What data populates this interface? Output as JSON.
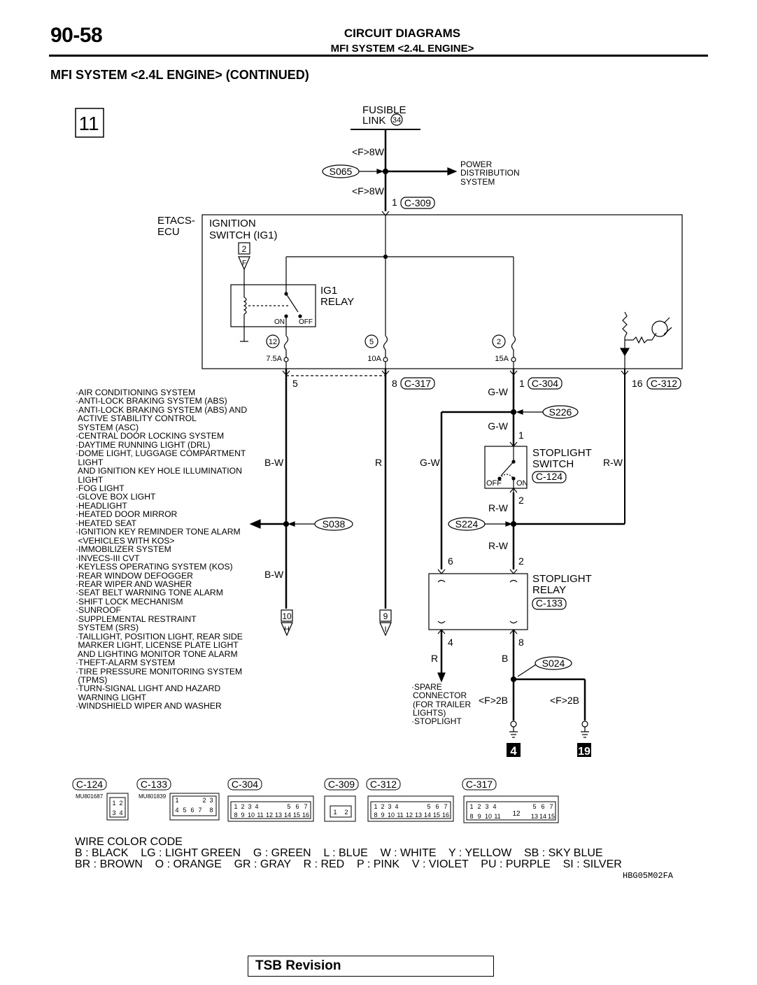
{
  "header": {
    "page_number": "90-58",
    "title": "CIRCUIT DIAGRAMS",
    "subtitle": "MFI SYSTEM <2.4L ENGINE>"
  },
  "section_title": "MFI SYSTEM <2.4L ENGINE> (CONTINUED)",
  "diagram": {
    "sheet_number": "11",
    "fusible_link": {
      "line1": "FUSIBLE",
      "line2": "LINK",
      "number": "34"
    },
    "wire_f8w": "<F>8W",
    "splices": {
      "s065": "S065",
      "s226": "S226",
      "s038": "S038",
      "s224": "S224",
      "s024": "S024"
    },
    "power_distribution": [
      "POWER",
      "DISTRIBUTION",
      "SYSTEM"
    ],
    "connector_c309_pin": "1",
    "ecu": {
      "line1": "ETACS-",
      "line2": "ECU"
    },
    "ignition_switch": {
      "line1": "IGNITION",
      "line2": "SWITCH (IG1)"
    },
    "ig1_relay": {
      "line1": "IG1",
      "line2": "RELAY",
      "on": "ON",
      "off": "OFF"
    },
    "ref_2": "2",
    "ref_f": "F",
    "fuses": [
      {
        "number": "12",
        "rating": "7.5A"
      },
      {
        "number": "5",
        "rating": "10A"
      },
      {
        "number": "2",
        "rating": "15A"
      }
    ],
    "pins": {
      "c317_5": "5",
      "c317_8": "8",
      "c304_1": "1",
      "c312_16": "16",
      "sw_1": "1",
      "sw_2": "2",
      "relay_6": "6",
      "relay_2": "2",
      "relay_4": "4",
      "relay_8": "8"
    },
    "wire_colors": {
      "gw": "G-W",
      "bw": "B-W",
      "r": "R",
      "rw": "R-W",
      "b": "B",
      "f2b": "<F>2B"
    },
    "stoplight_switch": {
      "line1": "STOPLIGHT",
      "line2": "SWITCH",
      "connector": "C-124",
      "off": "OFF",
      "on": "ON"
    },
    "stoplight_relay": {
      "line1": "STOPLIGHT",
      "line2": "RELAY",
      "connector": "C-133"
    },
    "connectors": {
      "c309": "C-309",
      "c317": "C-317",
      "c304": "C-304",
      "c312": "C-312",
      "c124": "C-124",
      "c133": "C-133"
    },
    "ref_10": "10",
    "ref_h": "H",
    "ref_9": "9",
    "ref_i": "I",
    "ground_4": "4",
    "ground_19": "19",
    "spare_connector": [
      "·SPARE",
      "CONNECTOR",
      "(FOR TRAILER",
      "LIGHTS)",
      "·STOPLIGHT"
    ],
    "systems_list": "·AIR CONDITIONING SYSTEM\n·ANTI-LOCK BRAKING SYSTEM (ABS)\n·ANTI-LOCK BRAKING SYSTEM (ABS) AND\n ACTIVE STABILITY CONTROL\n SYSTEM (ASC)\n·CENTRAL DOOR LOCKING SYSTEM\n·DAYTIME RUNNING LIGHT (DRL)\n·DOME LIGHT, LUGGAGE COMPARTMENT\n LIGHT\n AND IGNITION KEY HOLE ILLUMINATION\n LIGHT\n·FOG LIGHT\n·GLOVE BOX LIGHT\n·HEADLIGHT\n·HEATED DOOR MIRROR\n·HEATED SEAT\n·IGNITION KEY REMINDER TONE ALARM\n <VEHICLES WITH KOS>\n·IMMOBILIZER SYSTEM\n·INVECS-III CVT\n·KEYLESS OPERATING SYSTEM (KOS)\n·REAR WINDOW DEFOGGER\n·REAR WIPER AND WASHER\n·SEAT BELT WARNING TONE ALARM\n·SHIFT LOCK MECHANISM\n·SUNROOF\n·SUPPLEMENTAL RESTRAINT\n SYSTEM (SRS)\n·TAILLIGHT, POSITION LIGHT, REAR SIDE\n MARKER LIGHT, LICENSE PLATE LIGHT\n AND LIGHTING MONITOR TONE ALARM\n·THEFT-ALARM SYSTEM\n·TIRE PRESSURE MONITORING SYSTEM\n (TPMS)\n·TURN-SIGNAL LIGHT AND HAZARD\n WARNING LIGHT\n·WINDSHIELD WIPER AND WASHER"
  },
  "connector_views": {
    "c124": {
      "label": "C-124",
      "part": "MU801687",
      "pins": [
        "1",
        "2",
        "3",
        "4"
      ]
    },
    "c133": {
      "label": "C-133",
      "part": "MU801839",
      "pins": [
        "1",
        "2",
        "3",
        "4",
        "5",
        "6",
        "7",
        "8"
      ]
    },
    "c304": {
      "label": "C-304",
      "pins": [
        "1",
        "2",
        "3",
        "4",
        "5",
        "6",
        "7",
        "8",
        "9",
        "10",
        "11",
        "12",
        "13",
        "14",
        "15",
        "16"
      ]
    },
    "c309": {
      "label": "C-309",
      "pins": [
        "1",
        "2"
      ]
    },
    "c312": {
      "label": "C-312",
      "pins": [
        "1",
        "2",
        "3",
        "4",
        "5",
        "6",
        "7",
        "8",
        "9",
        "10",
        "11",
        "12",
        "13",
        "14",
        "15",
        "16"
      ]
    },
    "c317": {
      "label": "C-317",
      "pins": [
        "1",
        "2",
        "3",
        "4",
        "5",
        "6",
        "7",
        "8",
        "9",
        "10",
        "11",
        "12",
        "13",
        "14",
        "15"
      ]
    }
  },
  "wire_color_code": {
    "title": "WIRE COLOR CODE",
    "row1": "B : BLACK    LG : LIGHT GREEN    G : GREEN    L : BLUE    W : WHITE    Y : YELLOW    SB : SKY BLUE",
    "row2": "BR : BROWN    O : ORANGE    GR : GRAY    R : RED    P : PINK    V : VIOLET    PU : PURPLE    SI : SILVER"
  },
  "figure_code": "HBG05M02FA",
  "footer": {
    "tsb": "TSB Revision"
  }
}
